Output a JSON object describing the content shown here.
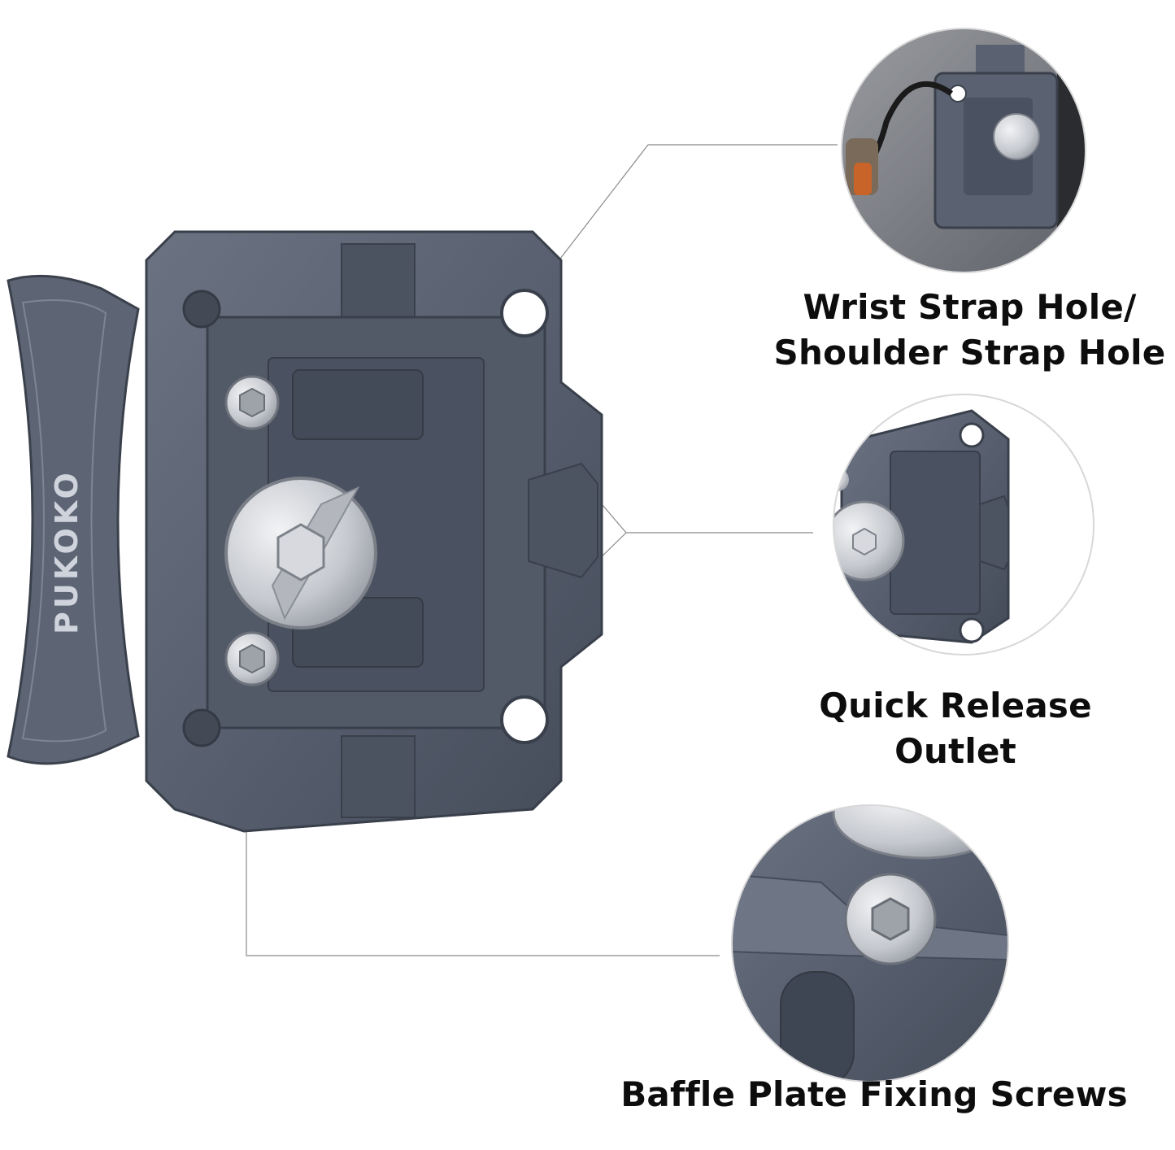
{
  "product": {
    "brand": "PUKOKO",
    "colors": {
      "body": "#5a6271",
      "body_dark": "#3f4653",
      "body_light": "#7a8292",
      "steel": "#c9cbd0",
      "leader_line": "#8a8a8a",
      "text": "#0d0d0d"
    }
  },
  "callouts": [
    {
      "id": "wrist-strap",
      "lines": [
        "Wrist Strap Hole/",
        "Shoulder Strap Hole"
      ],
      "icon": "strap-loop-detail"
    },
    {
      "id": "quick-release",
      "lines": [
        "Quick Release",
        "Outlet"
      ],
      "icon": "qr-outlet-detail"
    },
    {
      "id": "baffle-screws",
      "lines": [
        "Baffle Plate Fixing Screws"
      ],
      "icon": "hex-screw-detail"
    }
  ]
}
